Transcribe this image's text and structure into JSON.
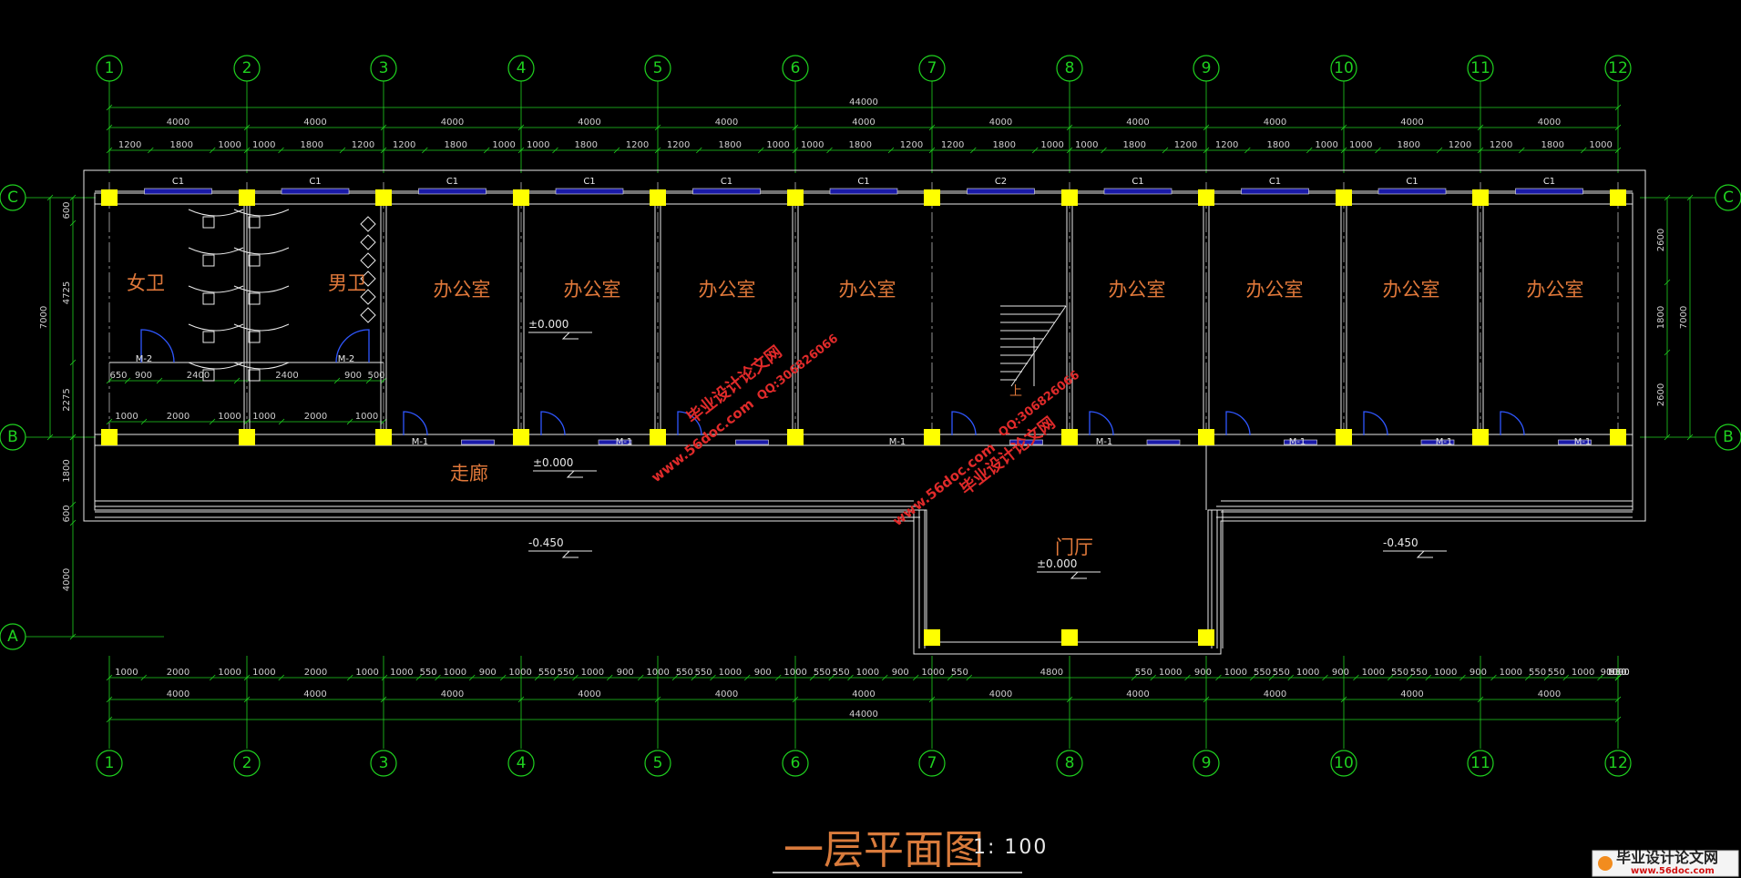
{
  "plan": {
    "title": "一层平面图",
    "scale": "1: 100",
    "axes_columns": [
      "1",
      "2",
      "3",
      "4",
      "5",
      "6",
      "7",
      "8",
      "9",
      "10",
      "11",
      "12"
    ],
    "axes_rows": [
      "C",
      "B",
      "A"
    ],
    "rooms": [
      {
        "name": "女卫"
      },
      {
        "name": "男卫"
      },
      {
        "name": "办公室"
      },
      {
        "name": "办公室"
      },
      {
        "name": "办公室"
      },
      {
        "name": "办公室"
      },
      {
        "name": "办公室"
      },
      {
        "name": "办公室"
      },
      {
        "name": "办公室"
      },
      {
        "name": "办公室"
      },
      {
        "name": "走廊"
      },
      {
        "name": "门厅"
      },
      {
        "name": "上"
      }
    ],
    "elevations": [
      "±0.000",
      "±0.000",
      "±0.000",
      "-0.450",
      "-0.450"
    ],
    "window_labels": [
      "C1",
      "C1",
      "C1",
      "C1",
      "C1",
      "C1",
      "C2",
      "C1",
      "C1",
      "C1",
      "C1"
    ],
    "door_labels": [
      "M-2",
      "M-2",
      "M-1",
      "M-1",
      "M-1",
      "M-1",
      "M-1",
      "M-1",
      "M-1",
      "M-1"
    ]
  },
  "dimensions": {
    "top_total": "44000",
    "top_bays": [
      "4000",
      "4000",
      "4000",
      "4000",
      "4000",
      "4000",
      "4000",
      "4000",
      "4000",
      "4000",
      "4000"
    ],
    "top_detail": [
      "1200",
      "1800",
      "1000",
      "1000",
      "1800",
      "1200",
      "1200",
      "1800",
      "1000",
      "1000",
      "1800",
      "1200",
      "1200",
      "1800",
      "1000",
      "1000",
      "1800",
      "1200",
      "1200",
      "1800",
      "1000",
      "1000",
      "1800",
      "1200",
      "1200",
      "1800",
      "1000",
      "1000",
      "1800",
      "1200",
      "1200",
      "1800",
      "1000"
    ],
    "bottom_total": "44000",
    "bottom_bays": [
      "4000",
      "4000",
      "4000",
      "4000",
      "4000",
      "4000",
      "4000",
      "4000",
      "4000",
      "4000",
      "4000"
    ],
    "bottom_detail": [
      "1000",
      "2000",
      "1000",
      "1000",
      "2000",
      "1000",
      "1000",
      "550",
      "1000",
      "900",
      "1000",
      "550",
      "550",
      "1000",
      "900",
      "1000",
      "550",
      "550",
      "1000",
      "900",
      "1000",
      "550",
      "550",
      "1000",
      "900",
      "1000",
      "550",
      "4800",
      "550",
      "1000",
      "900",
      "1000",
      "550",
      "550",
      "1000",
      "900",
      "1000",
      "550",
      "550",
      "1000",
      "900",
      "1000",
      "550",
      "550",
      "1000",
      "900",
      "1000",
      "550",
      "550",
      "1000",
      "900",
      "1000",
      "550"
    ],
    "left_total": "7000",
    "left_detail": [
      "600",
      "4725",
      "2275"
    ],
    "left_lower": [
      "1800",
      "600",
      "4000"
    ],
    "right_total": "7000",
    "right_detail": [
      "2600",
      "1800",
      "2600"
    ],
    "toilet_top": [
      "650",
      "900",
      "2400",
      "2400",
      "900",
      "500"
    ],
    "toilet_bottom": [
      "1000",
      "2000",
      "1000",
      "1000",
      "2000",
      "1000"
    ]
  },
  "watermarks": {
    "site_cn": "毕业设计论文网",
    "url": "www.56doc.com",
    "qq": "QQ:306826066"
  },
  "logo": {
    "text": "毕业设计论文网",
    "url": "www.56doc.com"
  }
}
